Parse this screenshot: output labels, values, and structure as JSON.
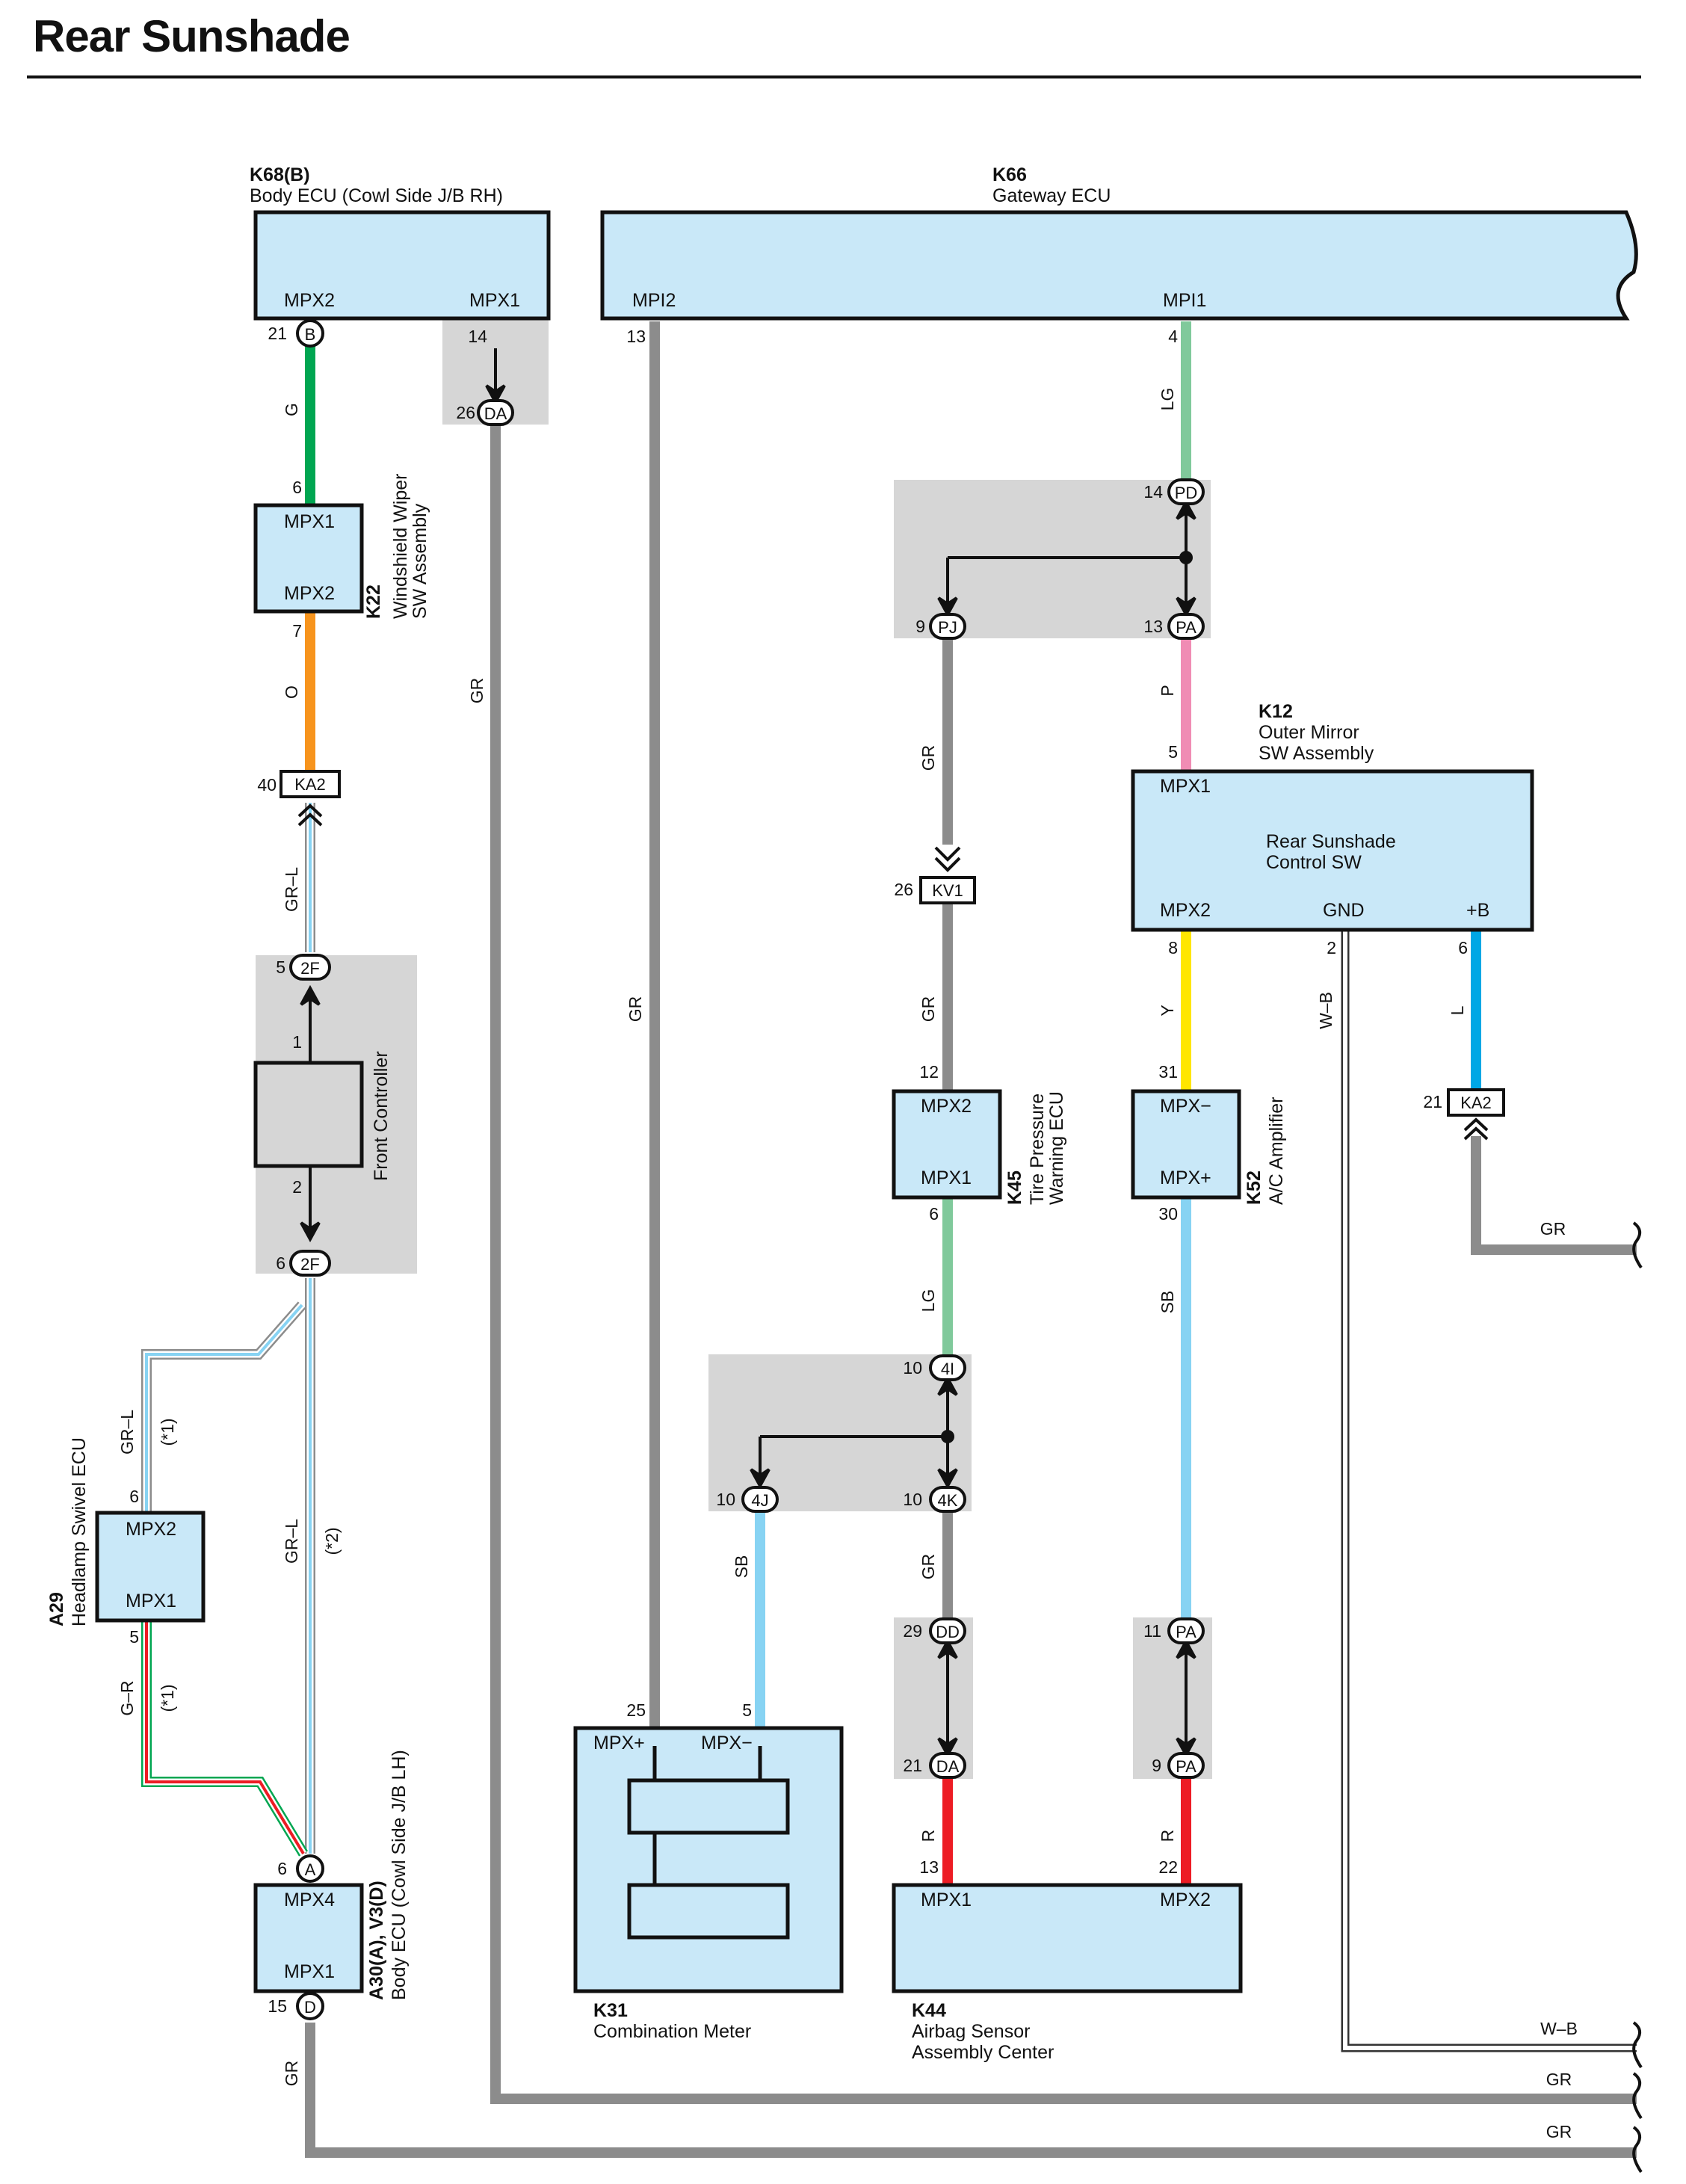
{
  "page": {
    "title": "Rear Sunshade"
  },
  "components": [
    {
      "id": "K68B",
      "code": "K68(B)",
      "name": "Body ECU (Cowl Side J/B RH)",
      "terminals": [
        "MPX2",
        "MPX1"
      ]
    },
    {
      "id": "K66",
      "code": "K66",
      "name": "Gateway ECU",
      "terminals": [
        "MPI2",
        "MPI1"
      ]
    },
    {
      "id": "K22",
      "code": "K22",
      "name": [
        "Windshield Wiper",
        "SW Assembly"
      ],
      "terminals": [
        "MPX1",
        "MPX2"
      ]
    },
    {
      "id": "FC",
      "code": "",
      "name": "Front Controller",
      "terminals": []
    },
    {
      "id": "A29",
      "code": "A29",
      "name": "Headlamp Swivel ECU",
      "terminals": [
        "MPX2",
        "MPX1"
      ]
    },
    {
      "id": "A30",
      "code": "A30(A), V3(D)",
      "name": "Body ECU (Cowl Side J/B LH)",
      "terminals": [
        "MPX4",
        "MPX1"
      ]
    },
    {
      "id": "K12",
      "code": "K12",
      "name": [
        "Outer Mirror",
        "SW Assembly"
      ],
      "inner": [
        "Rear Sunshade",
        "Control SW"
      ],
      "terminals": [
        "MPX1",
        "MPX2",
        "GND",
        "+B"
      ]
    },
    {
      "id": "K45",
      "code": "K45",
      "name": [
        "Tire Pressure",
        "Warning ECU"
      ],
      "terminals": [
        "MPX2",
        "MPX1"
      ]
    },
    {
      "id": "K52",
      "code": "K52",
      "name": "A/C Amplifier",
      "terminals": [
        "MPX−",
        "MPX+"
      ]
    },
    {
      "id": "K31",
      "code": "K31",
      "name": "Combination Meter",
      "terminals": [
        "MPX+",
        "MPX−"
      ]
    },
    {
      "id": "K44",
      "code": "K44",
      "name": [
        "Airbag Sensor",
        "Assembly Center"
      ],
      "terminals": [
        "MPX1",
        "MPX2"
      ]
    }
  ],
  "connectors": {
    "B": "B",
    "DA_top": "DA",
    "PD": "PD",
    "PJ": "PJ",
    "PA_top": "PA",
    "KA2_left": "KA2",
    "KV1": "KV1",
    "KA2_right": "KA2",
    "F2_top": "2F",
    "F2_bot": "2F",
    "I4": "4I",
    "J4": "4J",
    "K4": "4K",
    "DD": "DD",
    "DA_mid": "DA",
    "PA_mid1": "PA",
    "PA_mid2": "PA",
    "A": "A",
    "D": "D"
  },
  "pins": {
    "p21": "21",
    "p14a": "14",
    "p26a": "26",
    "p13a": "13",
    "p4": "4",
    "p6a": "6",
    "p7": "7",
    "p40": "40",
    "p5a": "5",
    "p1": "1",
    "p2a": "2",
    "p6b": "6",
    "p14b": "14",
    "p9a": "9",
    "p13b": "13",
    "p5b": "5",
    "p26b": "26",
    "p12": "12",
    "p8": "8",
    "p2b": "2",
    "p6c": "6",
    "p31": "31",
    "p21b": "21",
    "p6d": "6",
    "p30": "30",
    "p10a": "10",
    "p10b": "10",
    "p10c": "10",
    "p29": "29",
    "p11": "11",
    "p21c": "21",
    "p9b": "9",
    "p6e": "6",
    "p5c": "5",
    "p25": "25",
    "p5d": "5",
    "p13c": "13",
    "p22": "22",
    "p6f": "6",
    "p15": "15"
  },
  "wire_colors": {
    "g": "G",
    "o": "O",
    "grl1": "GR–L",
    "grl2": "GR–L",
    "grl3": "GR–L",
    "gr_r": "G–R",
    "gr_da": "GR",
    "gr_mpi2": "GR",
    "gr_d": "GR",
    "lg1": "LG",
    "p": "P",
    "gr_pj": "GR",
    "gr_kv1": "GR",
    "lg2": "LG",
    "sb1": "SB",
    "gr_4k": "GR",
    "r1": "R",
    "r2": "R",
    "y": "Y",
    "sb2": "SB",
    "wb": "W–B",
    "l": "L",
    "gr_ka2": "GR",
    "wb_end": "W–B",
    "gr_end1": "GR",
    "gr_end2": "GR",
    "gr_end3": "GR"
  },
  "notes": {
    "n1a": "(*1)",
    "n2": "(*2)",
    "n1b": "(*1)"
  },
  "colors": {
    "box": "#c9e8f8",
    "splice": "#d6d6d6",
    "G": "#00a651",
    "O": "#f7941d",
    "GR": "#8c8c8c",
    "LG": "#80c99b",
    "P": "#f08cb4",
    "Y": "#ffe600",
    "SB": "#87d3f3",
    "L": "#00a7e5",
    "R": "#ed1c24"
  }
}
